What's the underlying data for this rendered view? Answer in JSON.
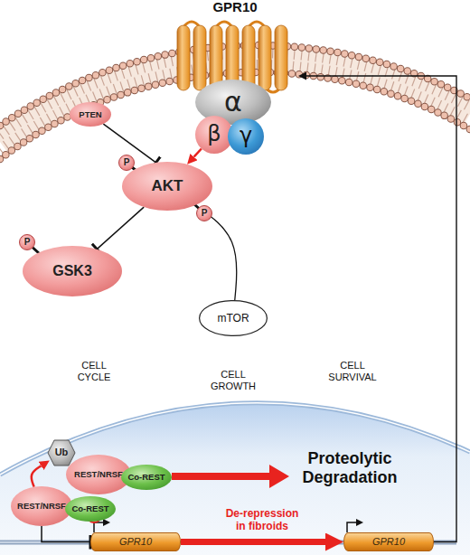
{
  "diagram": {
    "nodes": [
      {
        "text": [
          "GPR10"
        ]
      },
      {
        "text": [
          "α"
        ]
      },
      {
        "text": [
          "PTEN"
        ]
      },
      {
        "text": [
          "β"
        ]
      },
      {
        "text": [
          "γ"
        ]
      },
      {
        "text": [
          "P"
        ]
      },
      {
        "text": [
          "AKT"
        ]
      },
      {
        "text": [
          "P"
        ]
      },
      {
        "text": [
          "GSK3"
        ]
      },
      {
        "text": [
          "P"
        ]
      },
      {
        "text": [
          "mTOR"
        ]
      },
      {
        "text": [
          "Ub"
        ]
      },
      {
        "text": [
          "REST/NRSF"
        ]
      },
      {
        "text": [
          "Co-REST"
        ]
      },
      {
        "text": [
          "REST/NRSF"
        ]
      },
      {
        "text": [
          "Co-REST"
        ]
      },
      {
        "text": [
          "GPR10"
        ]
      },
      {
        "text": [
          "GPR10"
        ]
      }
    ],
    "edges": [
      {
        "from": 3,
        "to": 6,
        "arrow": "to"
      },
      {
        "from": 2,
        "to": 6,
        "arrow": "to"
      },
      {
        "from": 6,
        "to": 8,
        "arrow": "to"
      },
      {
        "from": 6,
        "to": 10,
        "arrow": "none"
      },
      {
        "from": 14,
        "to": 11,
        "arrow": "to"
      },
      {
        "from": 14,
        "to": 16,
        "arrow": "to"
      },
      {
        "from": 16,
        "to": 17,
        "label": "De-repression in fibroids",
        "arrow": "to"
      },
      {
        "from": 17,
        "to": 0,
        "arrow": "to"
      }
    ],
    "labels": [
      "CELL CYCLE",
      "CELL GROWTH",
      "CELL SURVIVAL",
      "Proteolytic Degradation"
    ]
  }
}
